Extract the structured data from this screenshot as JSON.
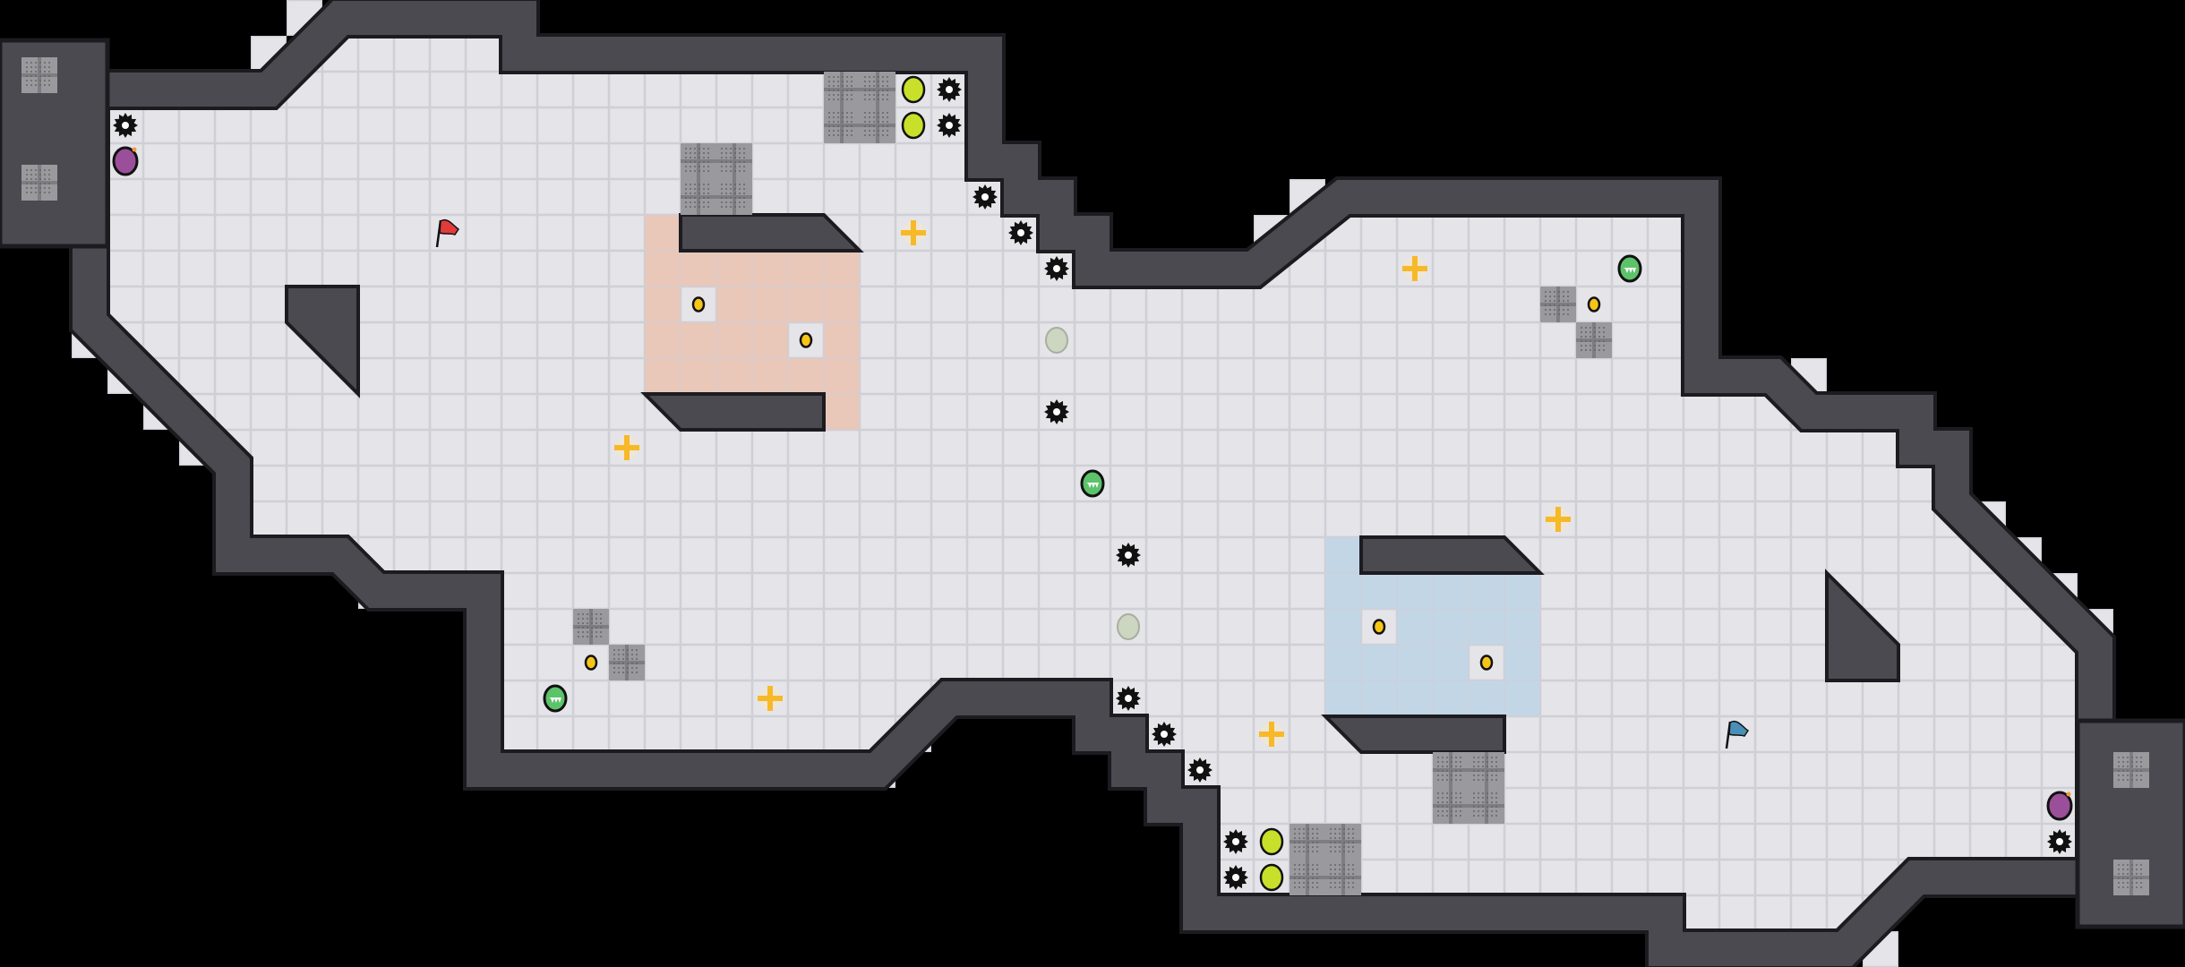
{
  "level": {
    "colors": {
      "background": "#000000",
      "floor": "#e4e4e9",
      "floor_line": "#cfcfd6",
      "wall": "#4b4a50",
      "wall_outline": "#1c1c20",
      "zone_red": "#e9c7b9",
      "zone_blue": "#c3d6e6",
      "grate": "#8a8a8e",
      "coin": "#f5c518",
      "cross": "#f7b928",
      "orb": "#c8e02a",
      "chomp": "#5cc36a",
      "pale_disc": "#ccd6c0",
      "bomb": "#9b4f9a",
      "flag_red": "#e23b3b",
      "flag_blue": "#4a8fb8"
    },
    "entity_types": [
      "saw-blade",
      "lime-orb",
      "metal-grate",
      "gold-coin",
      "gold-cross",
      "green-chomper",
      "pale-disc",
      "purple-bomb",
      "red-flag",
      "blue-flag"
    ]
  }
}
